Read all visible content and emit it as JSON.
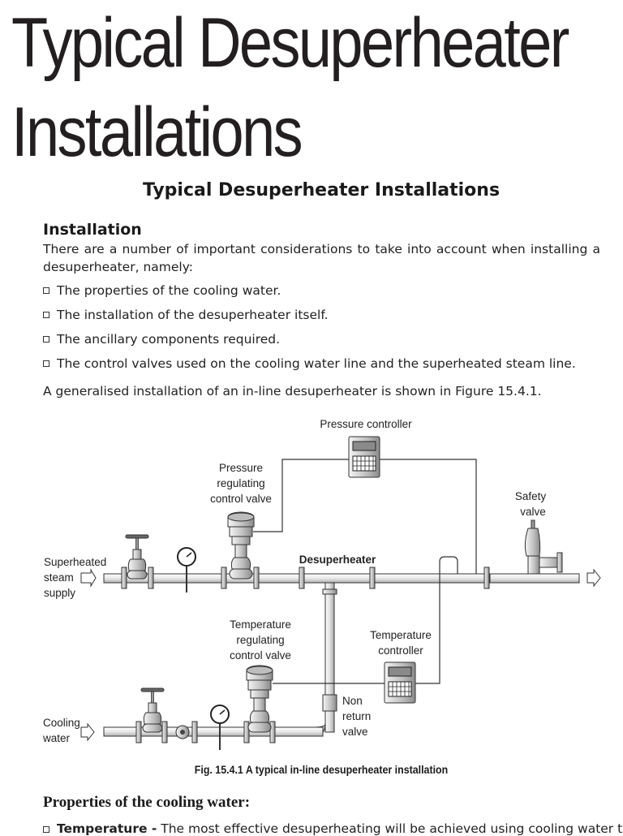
{
  "title_lines": [
    "Typical Desuperheater",
    "Installations"
  ],
  "subtitle": "Typical Desuperheater Installations",
  "section": {
    "heading": "Installation",
    "intro": "There are a number of important considerations to take into account when installing a desuperheater, namely:",
    "bullets": [
      "The properties of the cooling water.",
      "The installation of the desuperheater itself.",
      "The ancillary components required.",
      "The control valves used on the cooling water line and the superheated steam line."
    ],
    "generalised": "A generalised installation of an in-line desuperheater is shown in Figure 15.4.1."
  },
  "figure": {
    "labels": {
      "pressure_controller": "Pressure controller",
      "prv_1": "Pressure",
      "prv_2": "regulating",
      "prv_3": "control valve",
      "safety_1": "Safety",
      "safety_2": "valve",
      "desuperheater": "Desuperheater",
      "steam_1": "Superheated",
      "steam_2": "steam",
      "steam_3": "supply",
      "tcv_1": "Temperature",
      "tcv_2": "regulating",
      "tcv_3": "control valve",
      "tc_1": "Temperature",
      "tc_2": "controller",
      "nrv_1": "Non",
      "nrv_2": "return",
      "nrv_3": "valve",
      "cw_1": "Cooling",
      "cw_2": "water"
    },
    "caption": "Fig. 15.4.1  A typical in-line desuperheater installation"
  },
  "cooling": {
    "heading": "Properties of the cooling water:",
    "term": "Temperature -",
    "text": " The most effective desuperheating will be achieved using cooling water that"
  }
}
